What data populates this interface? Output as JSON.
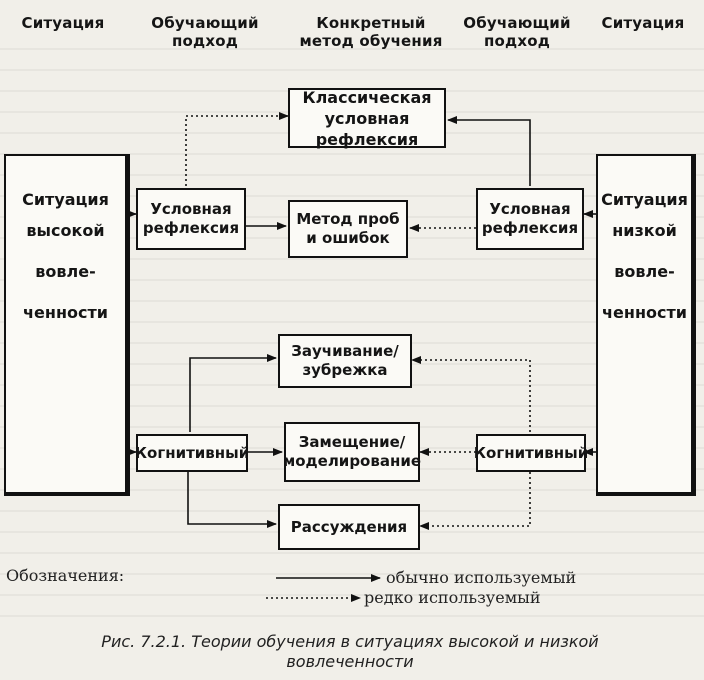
{
  "headers": {
    "situation_left": "Ситуация",
    "approach_left": "Обучающий подход",
    "method": "Конкретный метод обучения",
    "approach_right": "Обучающий подход",
    "situation_right": "Ситуация"
  },
  "left_situation": [
    "Ситуация",
    "высокой",
    "вовле-",
    "ченности"
  ],
  "right_situation": [
    "Ситуация",
    "низкой",
    "вовле-",
    "ченности"
  ],
  "approaches": {
    "conditioned_left": "Условная рефлексия",
    "cognitive_left": "Когнитивный",
    "conditioned_right": "Условная рефлексия",
    "cognitive_right": "Когнитивный"
  },
  "methods": {
    "classical": "Классическая условная рефлексия",
    "trial_error": "Метод проб и ошибок",
    "rote": "Заучивание/ зубрежка",
    "modeling": "Замещение/ моделирование",
    "reasoning": "Рассуждения"
  },
  "legend": {
    "title": "Обозначения:",
    "common": "обычно используемый",
    "rare": "редко используемый"
  },
  "caption": "Рис. 7.2.1. Теории обучения в ситуациях высокой и низкой вовлеченности"
}
